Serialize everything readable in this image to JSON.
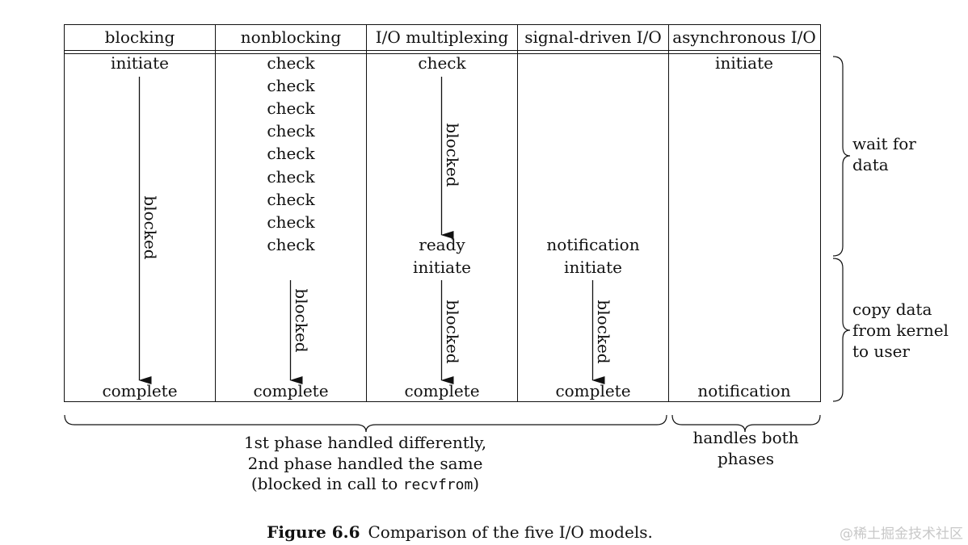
{
  "headers": [
    "blocking",
    "nonblocking",
    "I/O multiplexing",
    "signal-driven I/O",
    "asynchronous I/O"
  ],
  "blocking": {
    "start": "initiate",
    "blocked": "blocked",
    "end": "complete"
  },
  "nonblocking": {
    "checks": [
      "check",
      "check",
      "check",
      "check",
      "check",
      "check",
      "check",
      "check",
      "check"
    ],
    "blocked": "blocked",
    "end": "complete"
  },
  "multiplexing": {
    "start": "check",
    "blocked1": "blocked",
    "ready": "ready",
    "initiate": "initiate",
    "blocked2": "blocked",
    "end": "complete"
  },
  "signal": {
    "notification": "notification",
    "initiate": "initiate",
    "blocked": "blocked",
    "end": "complete"
  },
  "async": {
    "start": "initiate",
    "end": "notification"
  },
  "phases": {
    "wait": [
      "wait for",
      "data"
    ],
    "copy": [
      "copy data",
      "from kernel",
      "to user"
    ]
  },
  "bottom": {
    "left_lines": [
      "1st phase handled differently,",
      "2nd phase handled the same"
    ],
    "left_line3_pre": "(blocked in call to ",
    "left_line3_code": "recvfrom",
    "left_line3_post": ")",
    "right_lines": [
      "handles both",
      "phases"
    ]
  },
  "caption": {
    "label": "Figure 6.6",
    "text": "Comparison of the five I/O models."
  },
  "watermark": "@稀土掘金技术社区"
}
